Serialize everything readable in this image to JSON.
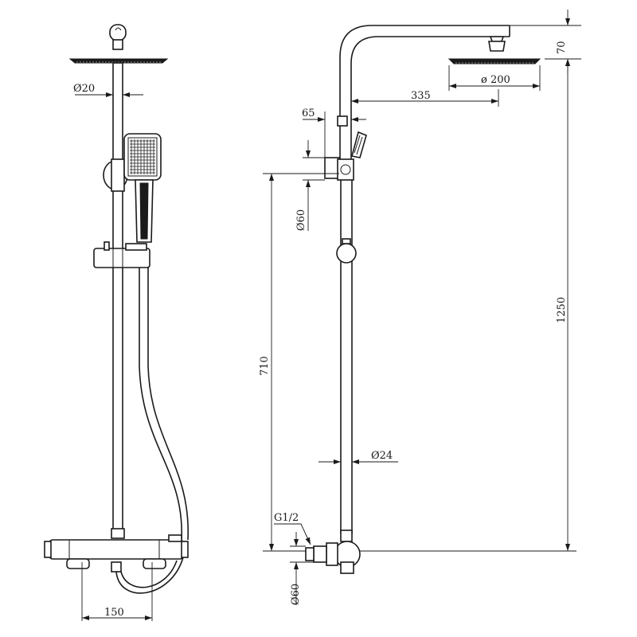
{
  "labels": {
    "d20": "Ø20",
    "w150": "150",
    "d200": "ø 200",
    "h70": "70",
    "l335": "335",
    "l65": "65",
    "d60_top": "Ø60",
    "h710": "710",
    "h1250": "1250",
    "d24": "Ø24",
    "g12": "G1/2",
    "d60_bottom": "Ø60"
  }
}
